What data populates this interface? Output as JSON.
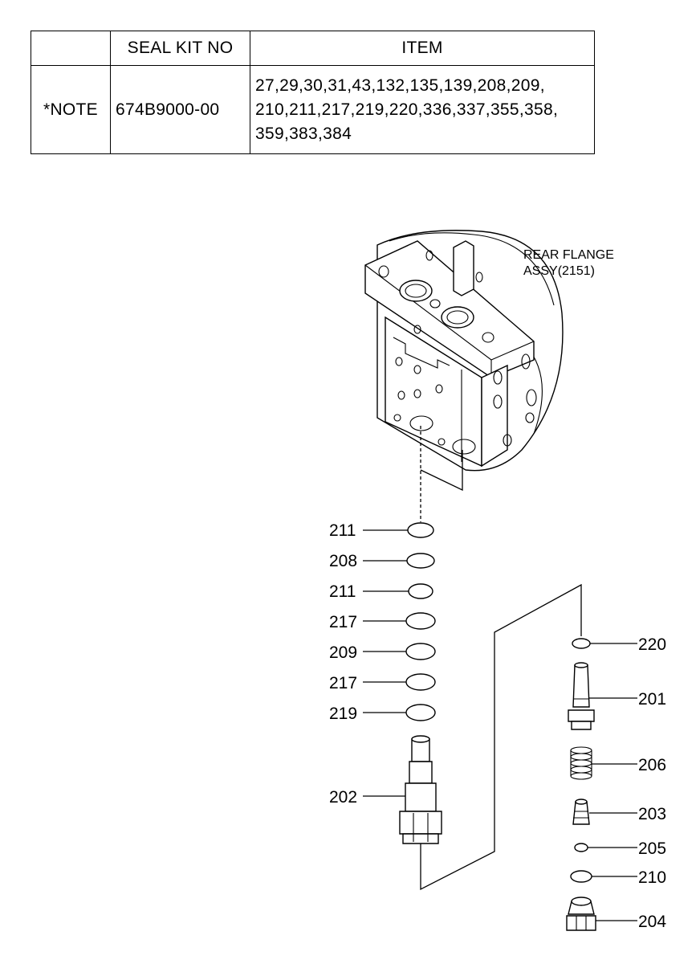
{
  "table": {
    "headers": [
      "",
      "SEAL KIT NO",
      "ITEM"
    ],
    "row": {
      "note": "*NOTE",
      "kit_no": "674B9000-00",
      "items_line1": "27,29,30,31,43,132,135,139,208,209,",
      "items_line2": "210,211,217,219,220,336,337,355,358,",
      "items_line3": "359,383,384"
    }
  },
  "assembly": {
    "label_line1": "REAR FLANGE",
    "label_line2": "ASSY(2151)"
  },
  "parts_left": [
    "211",
    "208",
    "211",
    "217",
    "209",
    "217",
    "219",
    "202"
  ],
  "parts_right": [
    "220",
    "201",
    "206",
    "203",
    "205",
    "210",
    "204"
  ]
}
